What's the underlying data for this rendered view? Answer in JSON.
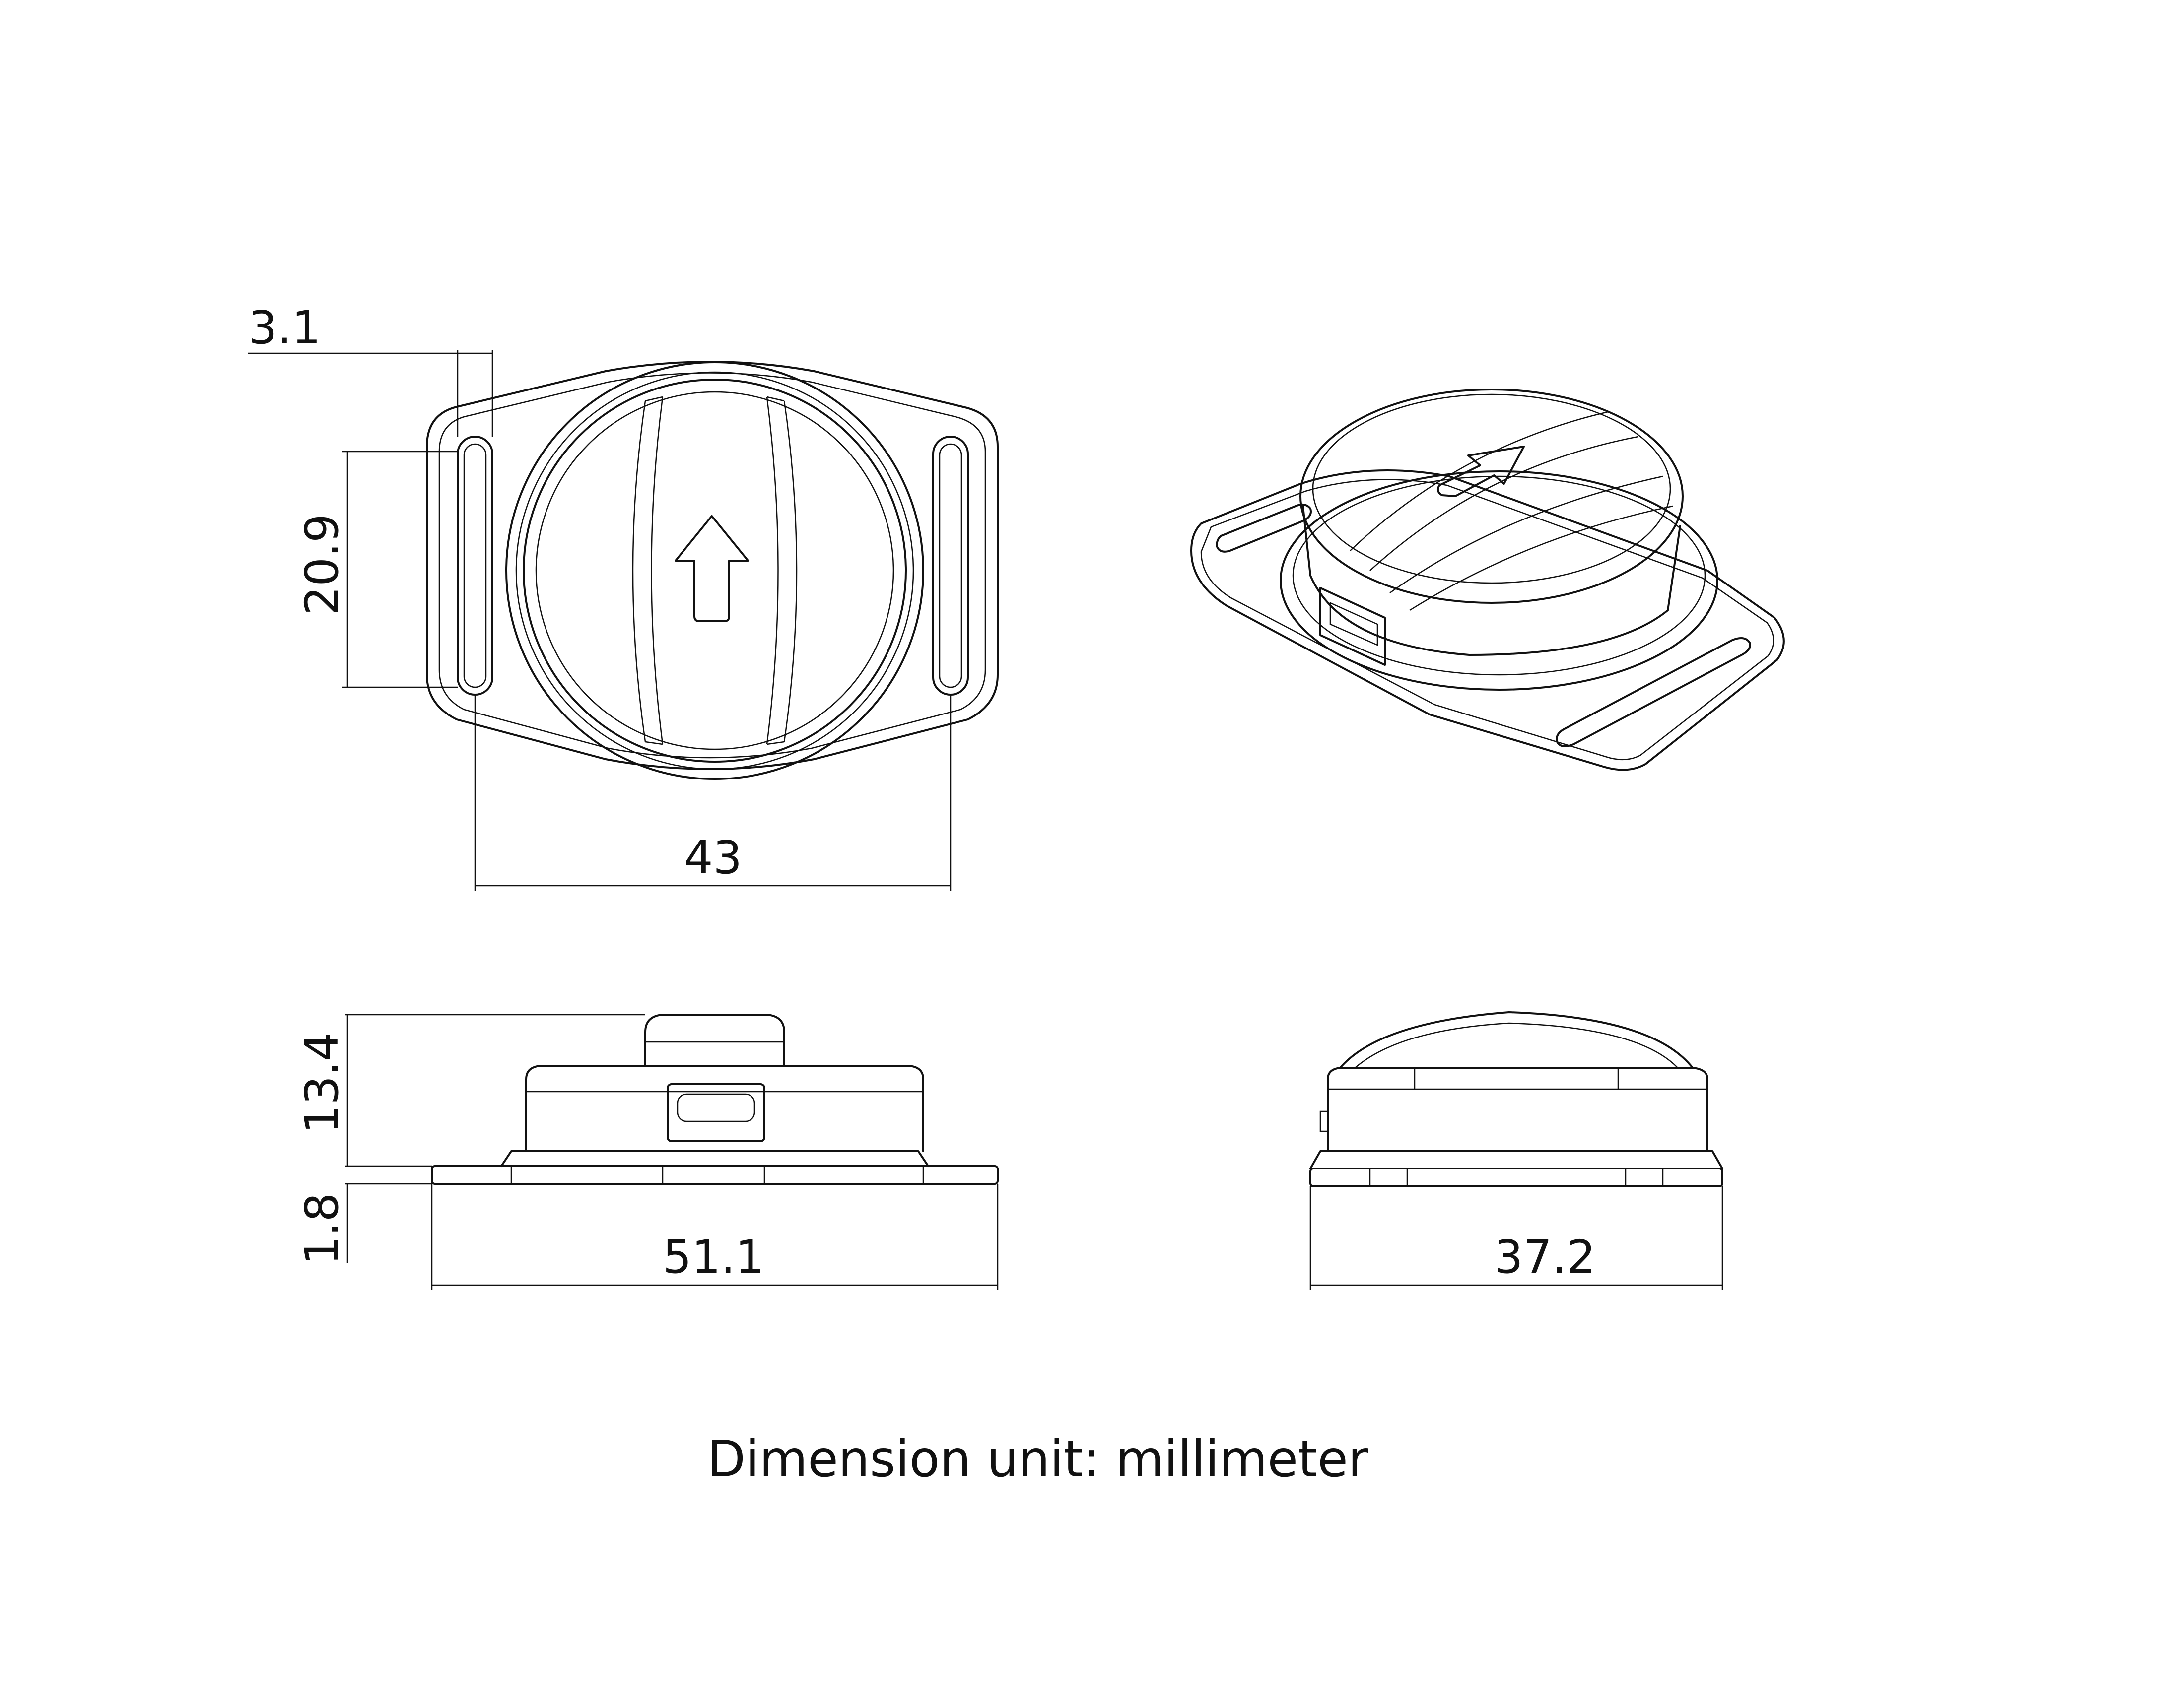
{
  "dimensions": {
    "slot_width": "3.1",
    "slot_length": "20.9",
    "slot_spacing": "43",
    "body_height": "13.4",
    "base_thickness": "1.8",
    "overall_length": "51.1",
    "overall_width": "37.2"
  },
  "note": "Dimension unit: millimeter",
  "colors": {
    "line": "#111111",
    "background": "#ffffff"
  },
  "icons": [
    "arrow-up-icon",
    "usb-port-icon"
  ]
}
